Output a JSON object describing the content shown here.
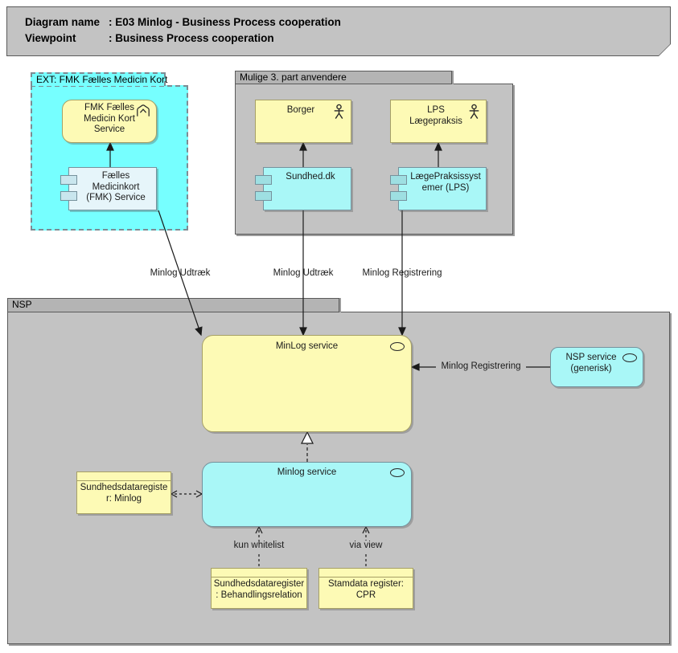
{
  "title_block": {
    "rows": [
      {
        "label": "Diagram name",
        "value": ": E03 Minlog - Business Process cooperation"
      },
      {
        "label": "Viewpoint",
        "value": ": Business Process cooperation"
      }
    ]
  },
  "groups": {
    "ext": "EXT: FMK Fælles Medicin Kort",
    "mulige": "Mulige 3. part anvendere",
    "nsp": "NSP"
  },
  "nodes": {
    "fmk_service": "FMK Fælles Medicin Kort Service",
    "fmk_component": "Fælles Medicinkort (FMK) Service",
    "borger": "Borger",
    "lps_actor": "LPS Lægepraksis",
    "sundhed": "Sundhed.dk",
    "lps_system": "LægePraksissystemer (LPS)",
    "minlog_service_app": "MinLog service",
    "nsp_service_generic": "NSP service (generisk)",
    "minlog_service_comp": "Minlog service",
    "sdr_minlog": "Sundhedsdataregister: Minlog",
    "sdr_behandlingsrelation": "Sundhedsdataregister: Behandlingsrelation",
    "stamdata_cpr": "Stamdata register: CPR"
  },
  "edges": {
    "fmk_udtraek": "Minlog Udtræk",
    "sundhed_udtraek": "Minlog Udtræk",
    "lps_registrering": "Minlog Registrering",
    "nsp_registrering": "Minlog Registrering",
    "kun_whitelist": "kun whitelist",
    "via_view": "via view"
  },
  "colors": {
    "group_cyan": "#76ffff",
    "group_gray": "#c3c3c3",
    "node_yellow": "#fdfab5",
    "node_cyan": "#a9f7f7"
  },
  "icons": {
    "actor": "actor-icon",
    "service_oval": "service-oval-icon",
    "component_tabs": "component-icon",
    "chevron_marker": "chevron-marker-icon"
  }
}
